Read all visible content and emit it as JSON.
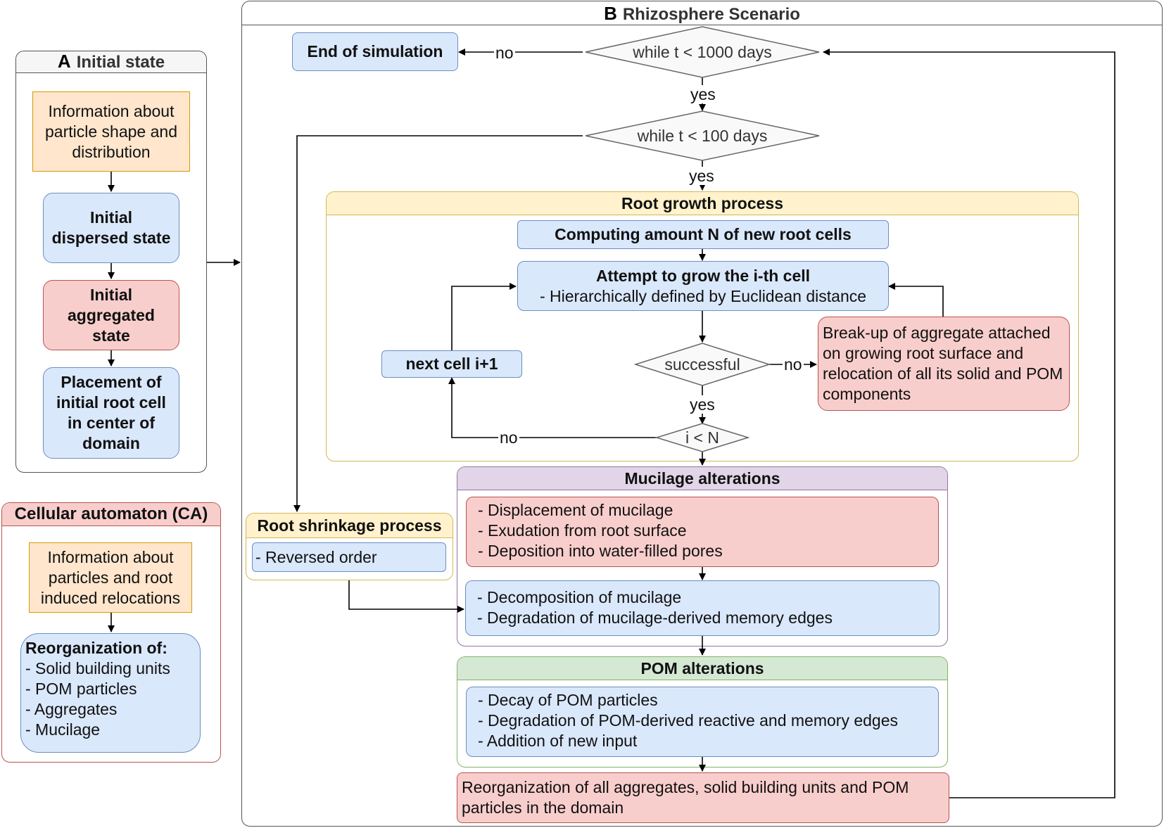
{
  "panel_a": {
    "letter": "A",
    "title": "Initial state",
    "info": "Information about particle shape and distribution",
    "dispersed": "Initial dispersed state",
    "aggregated": "Initial aggregated state",
    "placement": "Placement of initial root cell in center of domain"
  },
  "ca": {
    "title": "Cellular automaton (CA)",
    "info": "Information about particles and root induced relocations",
    "reorg_heading": "Reorganization of:",
    "reorg_items": [
      "- Solid building units",
      "- POM particles",
      "- Aggregates",
      "- Mucilage"
    ]
  },
  "panel_b": {
    "letter": "B",
    "title": "Rhizosphere Scenario",
    "end": "End of simulation",
    "loop_outer": "while t < 1000 days",
    "loop_inner": "while t < 100 days",
    "yes": "yes",
    "no": "no",
    "root_growth": {
      "title": "Root growth process",
      "compute": "Computing amount N of new root cells",
      "attempt_title": "Attempt to grow the i-th cell",
      "attempt_detail": "- Hierarchically defined by Euclidean distance",
      "successful": "successful",
      "breakup": "Break-up of aggregate attached on growing root surface and relocation of all its solid and POM components",
      "next_cell": "next cell i+1",
      "condition": "i < N"
    },
    "shrinkage": {
      "title": "Root shrinkage process",
      "item": "- Reversed order"
    },
    "mucilage": {
      "title": "Mucilage alterations",
      "red_items": [
        "- Displacement of mucilage",
        "- Exudation from root surface",
        "- Deposition into water-filled pores"
      ],
      "blue_items": [
        "- Decomposition of mucilage",
        "- Degradation of mucilage-derived memory edges"
      ]
    },
    "pom": {
      "title": "POM alterations",
      "items": [
        "- Decay of POM particles",
        "- Degradation of POM-derived reactive and memory edges",
        "- Addition of new input"
      ]
    },
    "final": "Reorganization of all aggregates, solid building units and POM particles in the domain"
  },
  "colors": {
    "blue_fill": "#dae8fc",
    "blue_stroke": "#6c8ebf",
    "red_fill": "#f8cecc",
    "red_stroke": "#b85450",
    "orange_fill": "#ffe6cc",
    "orange_stroke": "#d79b00",
    "yellow_fill": "#fff2cc",
    "yellow_stroke": "#d6b656",
    "purple_fill": "#e1d5e7",
    "purple_stroke": "#9673a6",
    "green_fill": "#d5e8d4",
    "green_stroke": "#82b366"
  }
}
